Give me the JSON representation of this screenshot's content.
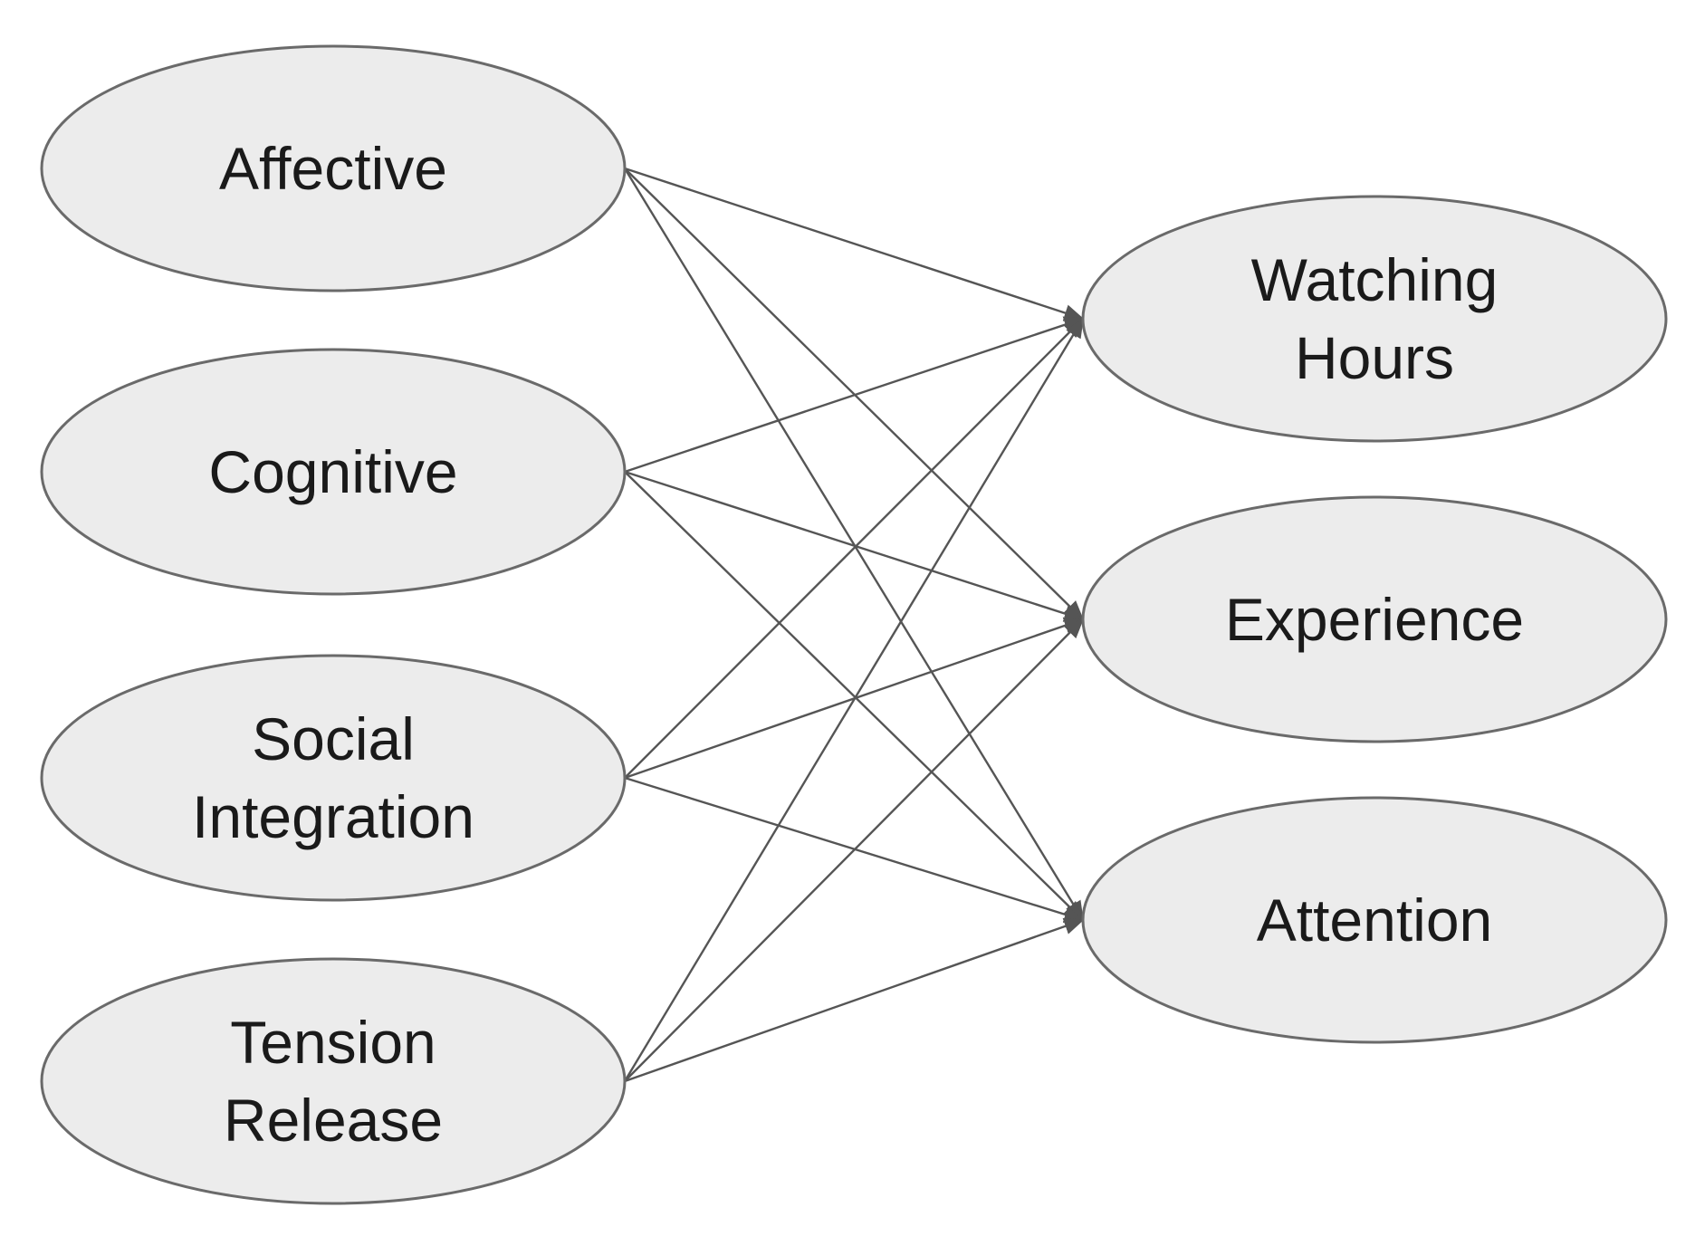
{
  "diagram": {
    "type": "path-diagram",
    "sources": [
      {
        "id": "affective",
        "lines": [
          "Affective"
        ]
      },
      {
        "id": "cognitive",
        "lines": [
          "Cognitive"
        ]
      },
      {
        "id": "social-integration",
        "lines": [
          "Social",
          "Integration"
        ]
      },
      {
        "id": "tension-release",
        "lines": [
          "Tension",
          "Release"
        ]
      }
    ],
    "targets": [
      {
        "id": "watching-hours",
        "lines": [
          "Watching",
          "Hours"
        ]
      },
      {
        "id": "experience",
        "lines": [
          "Experience"
        ]
      },
      {
        "id": "attention",
        "lines": [
          "Attention"
        ]
      }
    ],
    "edges": [
      {
        "from": "affective",
        "to": "watching-hours"
      },
      {
        "from": "affective",
        "to": "experience"
      },
      {
        "from": "affective",
        "to": "attention"
      },
      {
        "from": "cognitive",
        "to": "watching-hours"
      },
      {
        "from": "cognitive",
        "to": "experience"
      },
      {
        "from": "cognitive",
        "to": "attention"
      },
      {
        "from": "social-integration",
        "to": "watching-hours"
      },
      {
        "from": "social-integration",
        "to": "experience"
      },
      {
        "from": "social-integration",
        "to": "attention"
      },
      {
        "from": "tension-release",
        "to": "watching-hours"
      },
      {
        "from": "tension-release",
        "to": "experience"
      },
      {
        "from": "tension-release",
        "to": "attention"
      }
    ],
    "colors": {
      "node_fill": "#ececec",
      "node_stroke": "#6a6a6a",
      "edge": "#555555",
      "text": "#1a1a1a"
    }
  }
}
